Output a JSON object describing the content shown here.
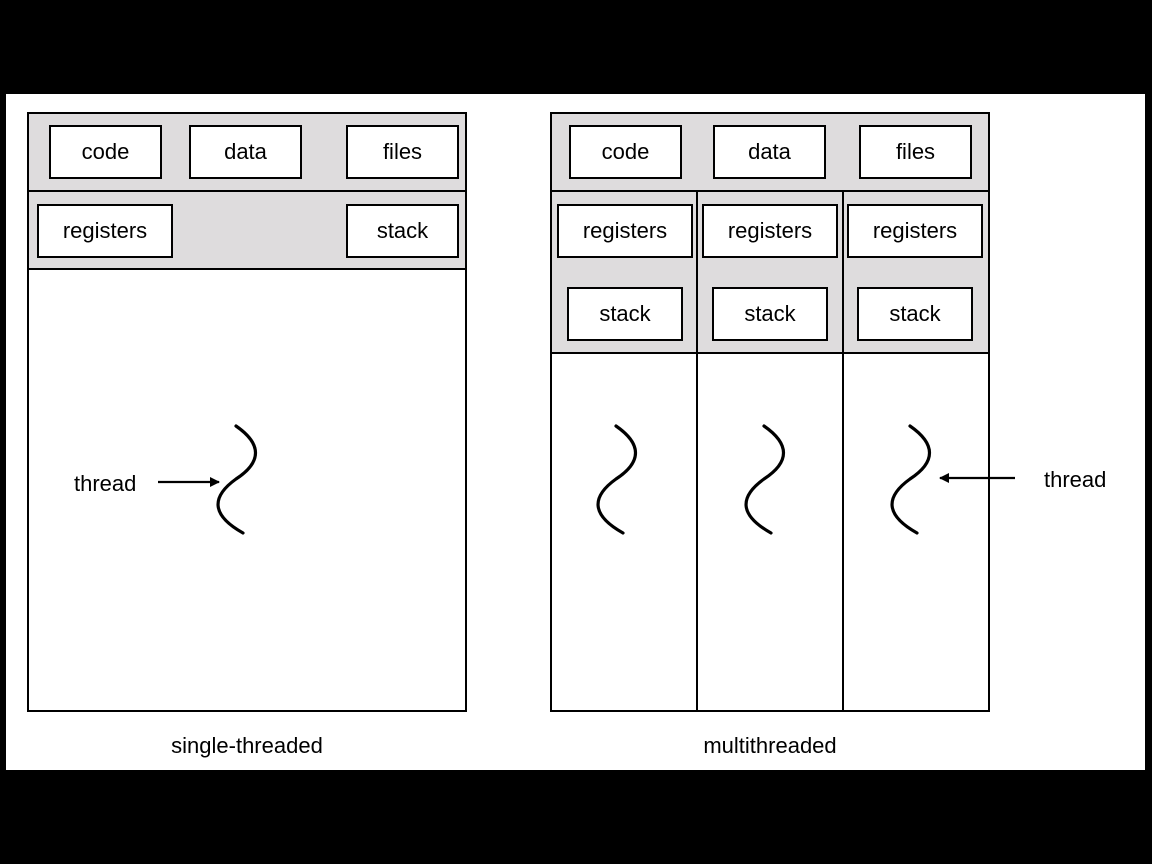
{
  "single": {
    "code": "code",
    "data": "data",
    "files": "files",
    "registers": "registers",
    "stack": "stack",
    "thread_label": "thread",
    "caption": "single-threaded"
  },
  "multi": {
    "code": "code",
    "data": "data",
    "files": "files",
    "threads": [
      {
        "registers": "registers",
        "stack": "stack"
      },
      {
        "registers": "registers",
        "stack": "stack"
      },
      {
        "registers": "registers",
        "stack": "stack"
      }
    ],
    "thread_label": "thread",
    "caption": "multithreaded"
  },
  "colors": {
    "shared_band": "#dedcdd",
    "background": "#000000",
    "slide": "#ffffff"
  },
  "icons": {
    "thread": "wavy-thread-icon",
    "arrow": "arrow-icon"
  }
}
